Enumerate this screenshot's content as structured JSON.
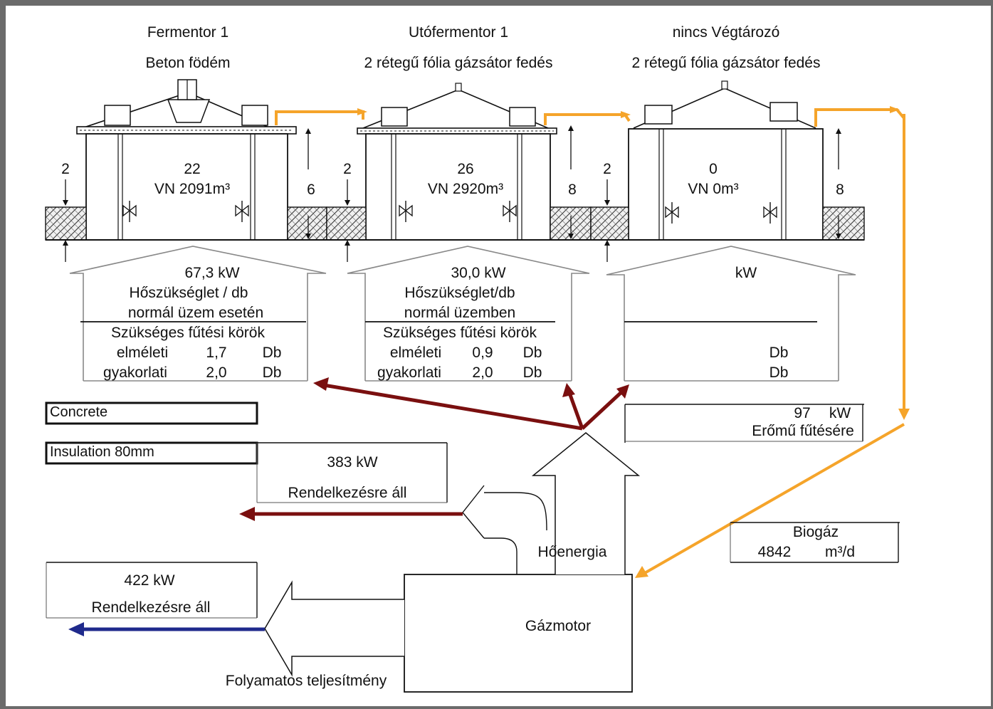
{
  "colors": {
    "gas_flow": "#f5a42a",
    "heat_flow": "#7a0f0f",
    "electric_flow": "#1f2a8c",
    "line": "#111111",
    "insulation_hatch": "#555555"
  },
  "tanks": [
    {
      "name": "Fermentor 1",
      "cover": "Beton födém",
      "number": "22",
      "volume": "VN 2091m³",
      "left_value": "2",
      "right_value": "6"
    },
    {
      "name": "Utófermentor 1",
      "cover": "2 rétegű fólia gázsátor fedés",
      "number": "26",
      "volume": "VN 2920m³",
      "left_value": "2",
      "right_value": "8"
    },
    {
      "name": "nincs Végtározó",
      "cover": "2 rétegű fólia gázsátor fedés",
      "number": "0",
      "volume": "VN 0m³",
      "left_value": "2",
      "right_value": "8"
    }
  ],
  "heat_boxes": [
    {
      "power": "67,3 kW",
      "line1": "Hőszükséglet / db",
      "line2": "normál üzem esetén",
      "circuits": "Szükséges fűtési körök",
      "theoretical_label": "elméleti",
      "theoretical_value": "1,7",
      "practical_label": "gyakorlati",
      "practical_value": "2,0",
      "unit": "Db"
    },
    {
      "power": "30,0 kW",
      "line1": "Hőszükséglet/db",
      "line2": "normál üzemben",
      "circuits": "Szükséges fűtési körök",
      "theoretical_label": "elméleti",
      "theoretical_value": "0,9",
      "practical_label": "gyakorlati",
      "practical_value": "2,0",
      "unit": "Db"
    },
    {
      "power": "kW",
      "unit_1": "Db",
      "unit_2": "Db"
    }
  ],
  "legend": {
    "concrete": "Concrete",
    "insulation": "Insulation 80mm"
  },
  "plant_heating": {
    "value": "97",
    "unit": "kW",
    "label": "Erőmű fűtésére"
  },
  "available_heat": {
    "value": "383 kW",
    "label": "Rendelkezésre áll"
  },
  "available_power": {
    "value": "422 kW",
    "label": "Rendelkezésre áll"
  },
  "biogas": {
    "label": "Biogáz",
    "value": "4842",
    "unit": "m³/d"
  },
  "engine": "Gázmotor",
  "heat_energy": "Hőenergia",
  "continuous": "Folyamatos teljesítmény"
}
